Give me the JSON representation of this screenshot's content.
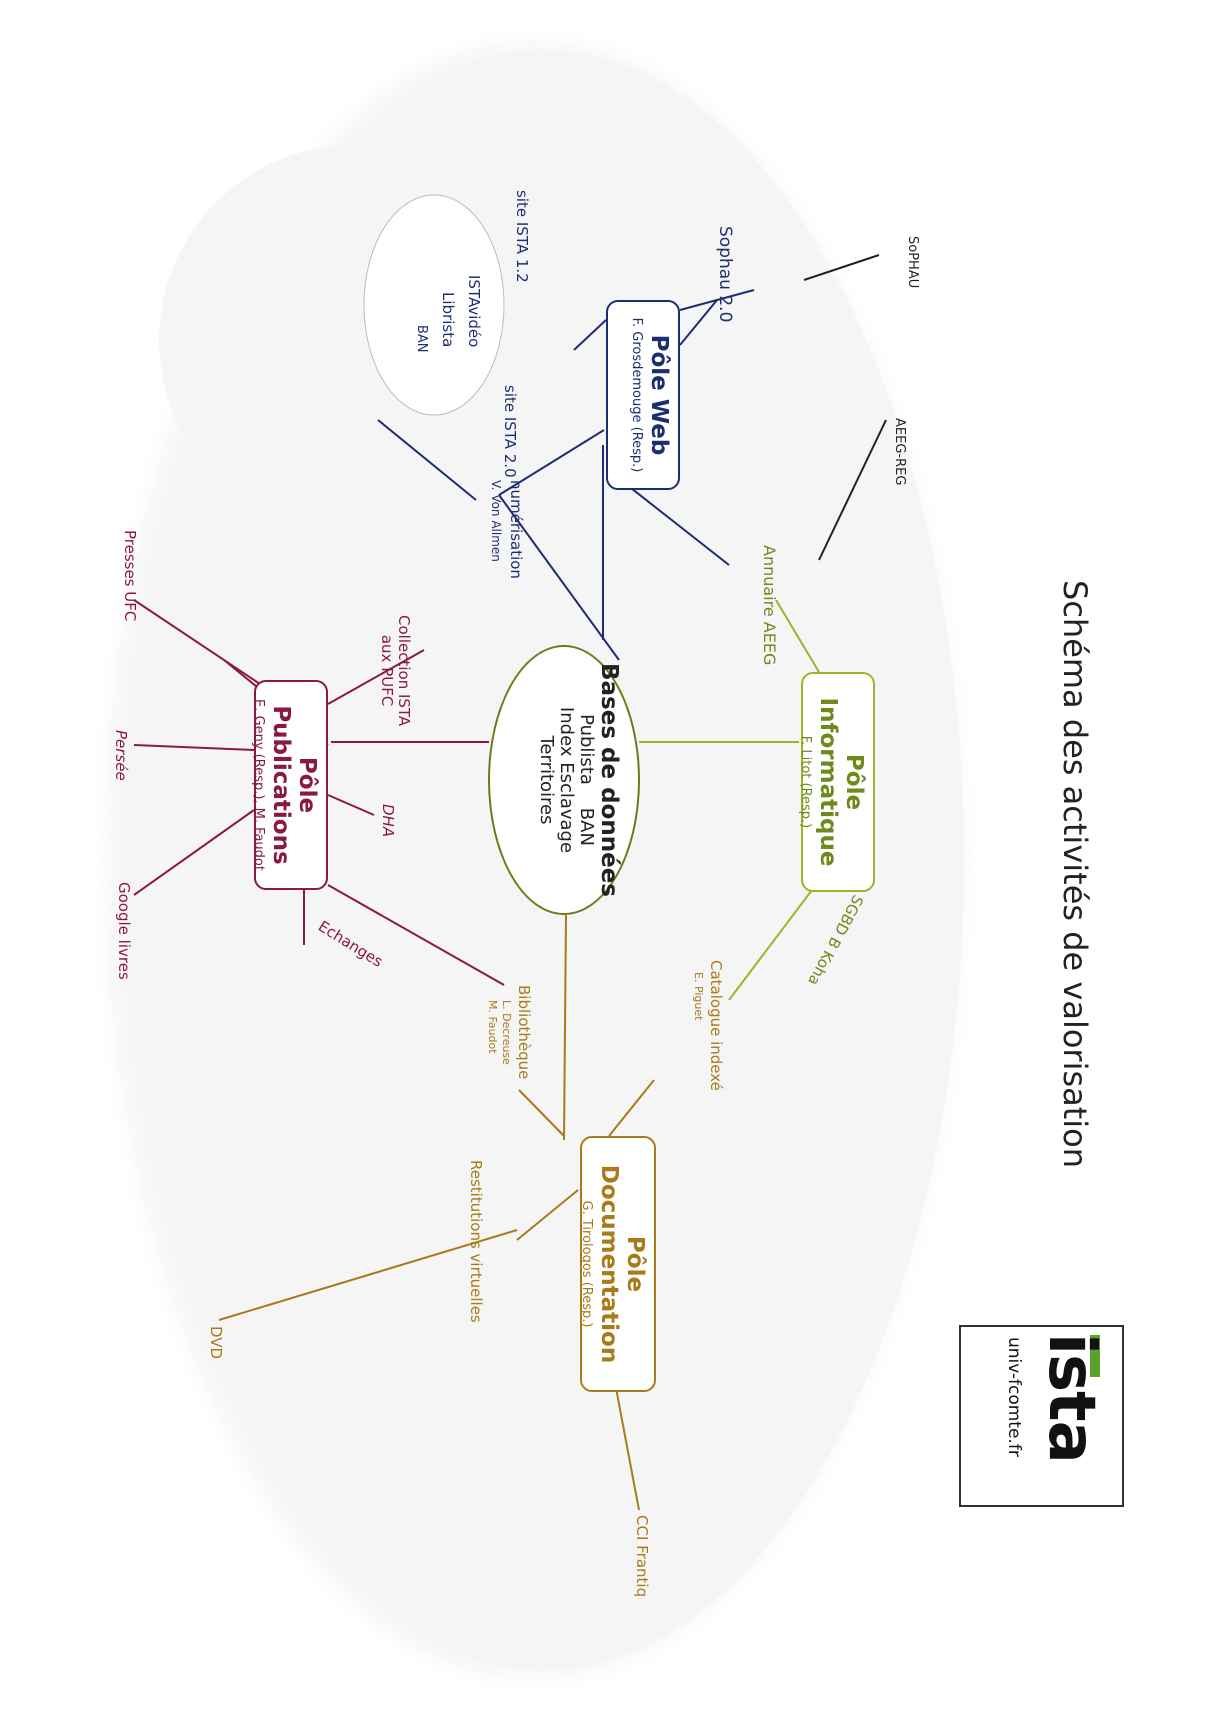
{
  "title": "Schéma des activités de valorisation",
  "logo": {
    "brand": "ista",
    "url": "univ-fcomte.fr",
    "accent": "#5aa02c"
  },
  "colors": {
    "web": "#1d2d72",
    "info": "#9ab52a",
    "pub": "#8a1a3c",
    "doc": "#a87a18",
    "external": "#222222"
  },
  "poles": {
    "web": {
      "title": "Pôle Web",
      "resp": "F. Grosdemouge (Resp.)"
    },
    "info": {
      "title": "Pôle Informatique",
      "resp": "F. Litot (Resp.)"
    },
    "pub": {
      "title": "Pôle Publications",
      "resp": "E. Geny (Resp.), M. Faudot"
    },
    "doc": {
      "title": "Pôle Documentation",
      "resp": "G. Tirologos (Resp.)"
    }
  },
  "bases": {
    "title": "Bases de données",
    "line1": "Publista    BAN",
    "line2": "Index Esclavage",
    "line3": "Territoires"
  },
  "web_nodes": {
    "sophau": "Sophau 2.0",
    "site12": "site ISTA 1.2",
    "site20": "site ISTA 2.0",
    "istavideo": "ISTAvidéo",
    "librista": "Librista",
    "ban": "BAN",
    "numerisation": "numérisation",
    "numerisation_resp": "V. Von Allmen"
  },
  "external": {
    "sophau": "SoPHAU",
    "aeeg": "AEEG-REG"
  },
  "info_nodes": {
    "annuaire": "Annuaire AEEG",
    "sgbd": "SGBD B Koha"
  },
  "pub_nodes": {
    "collection1": "Collection ISTA",
    "collection2": "aux PUFC",
    "presses": "Presses UFC",
    "persee": "Persée",
    "dha": "DHA",
    "google": "Google livres",
    "echanges": "Echanges"
  },
  "doc_nodes": {
    "catalogue": "Catalogue indexé",
    "catalogue_resp": "E. Piguet",
    "biblio": "Bibliothèque",
    "biblio_resp1": "L. Decreuse",
    "biblio_resp2": "M. Faudot",
    "restitutions": "Restitutions virtuelles",
    "dvd": "DVD",
    "cci": "CCI Frantiq"
  }
}
